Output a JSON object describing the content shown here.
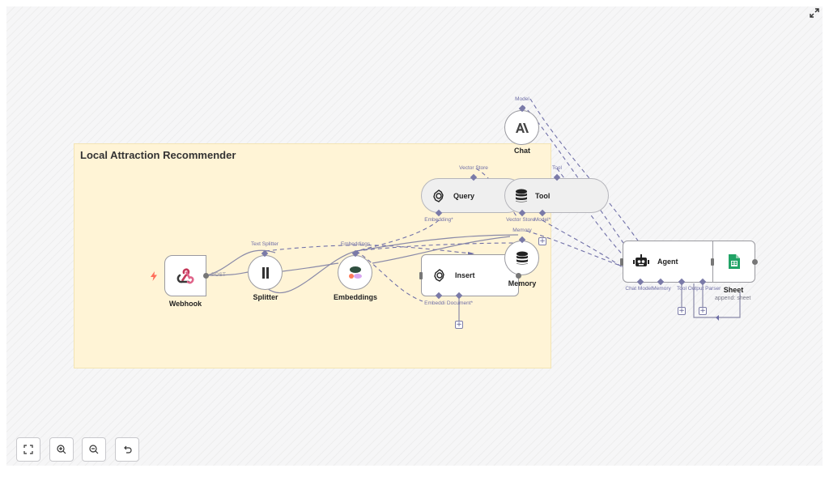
{
  "sticky": {
    "title": "Local Attraction Recommender"
  },
  "nodes": {
    "chat": {
      "label": "Chat",
      "icon": "anthropic-icon"
    },
    "query": {
      "label": "Query",
      "icon": "openai-icon"
    },
    "tool": {
      "label": "Tool",
      "icon": "database-icon"
    },
    "webhook": {
      "label": "Webhook",
      "icon": "webhook-icon",
      "trigger_icon": "lightning-icon"
    },
    "splitter": {
      "label": "Splitter",
      "icon": "split-icon"
    },
    "embeddings": {
      "label": "Embeddings",
      "icon": "embeddings-icon"
    },
    "insert": {
      "label": "Insert",
      "icon": "openai-icon"
    },
    "memory": {
      "label": "Memory",
      "icon": "database-icon"
    },
    "agent": {
      "label": "Agent",
      "icon": "robot-icon"
    },
    "sheet": {
      "label": "Sheet",
      "subtitle": "append: sheet",
      "icon": "google-sheets-icon"
    }
  },
  "ports": {
    "model": "Model",
    "vector_store": "Vector Store",
    "tool": "Tool",
    "embedding": "Embedding*",
    "vector_store_short": "Vector Store",
    "model_req": "Model*",
    "memory": "Memory",
    "text_splitter": "Text Splitter",
    "embeddings": "Embeddings",
    "post": "POST",
    "embeddi": "Embeddi",
    "document": "Document*",
    "chat_model": "Chat Model",
    "agent_memory": "Memory",
    "agent_tool": "Tool",
    "output_parser": "Output Parser"
  },
  "controls": {
    "fit": "fit-view-icon",
    "zoom_in": "zoom-in-icon",
    "zoom_out": "zoom-out-icon",
    "undo": "undo-icon",
    "fullscreen": "fullscreen-icon"
  },
  "colors": {
    "sticky": "#fff4d6",
    "wire": "#8a8aa8",
    "dashed": "#7070a8",
    "trigger": "#ff6d5a",
    "sheets": "#21a366"
  }
}
